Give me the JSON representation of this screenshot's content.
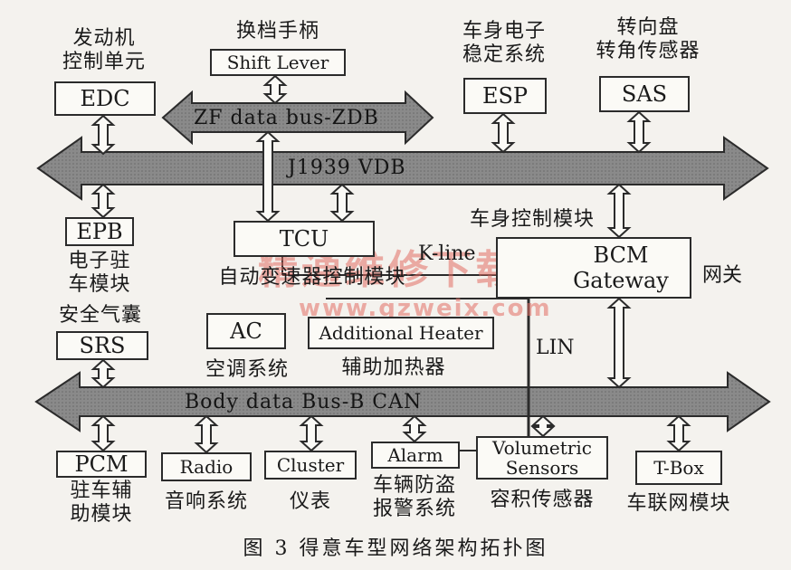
{
  "title": "图 3  得意车型网络架构拓扑图",
  "buses": {
    "zdb": "ZF data bus-ZDB",
    "vdb": "J1939 VDB",
    "bcan": "Body data Bus-B CAN"
  },
  "links": {
    "kline": "K-line",
    "lin": "LIN",
    "gateway_cn": "网关"
  },
  "nodes": {
    "edc": {
      "label": "EDC",
      "cn": [
        "发动机",
        "控制单元"
      ]
    },
    "shift": {
      "label": "Shift Lever",
      "cn": [
        "换档手柄"
      ]
    },
    "esp": {
      "label": "ESP",
      "cn": [
        "车身电子",
        "稳定系统"
      ]
    },
    "sas": {
      "label": "SAS",
      "cn": [
        "转向盘",
        "转角传感器"
      ]
    },
    "epb": {
      "label": "EPB",
      "cn": [
        "电子驻",
        "车模块"
      ]
    },
    "tcu": {
      "label": "TCU",
      "cn": [
        "自动变速器控制模块"
      ]
    },
    "bcm": {
      "label1": "BCM",
      "label2": "Gateway",
      "cn": [
        "车身控制模块"
      ]
    },
    "srs": {
      "label": "SRS",
      "cn": [
        "安全气囊"
      ]
    },
    "ac": {
      "label": "AC",
      "cn": [
        "空调系统"
      ]
    },
    "heater": {
      "label": "Additional Heater",
      "cn": [
        "辅助加热器"
      ]
    },
    "pcm": {
      "label": "PCM",
      "cn": [
        "驻车辅",
        "助模块"
      ]
    },
    "radio": {
      "label": "Radio",
      "cn": [
        "音响系统"
      ]
    },
    "cluster": {
      "label": "Cluster",
      "cn": [
        "仪表"
      ]
    },
    "alarm": {
      "label": "Alarm",
      "cn": [
        "车辆防盗",
        "报警系统"
      ]
    },
    "volumetric": {
      "label1": "Volumetric",
      "label2": "Sensors",
      "cn": [
        "容积传感器"
      ]
    },
    "tbox": {
      "label": "T-Box",
      "cn": [
        "车联网模块"
      ]
    }
  },
  "watermark": {
    "line1": "精通维修下载",
    "line2": "www.gzweix.com"
  },
  "colors": {
    "bus_fill": "#7d7d7d",
    "bus_stroke": "#2b2b2b",
    "watermark": "#e06e64"
  }
}
